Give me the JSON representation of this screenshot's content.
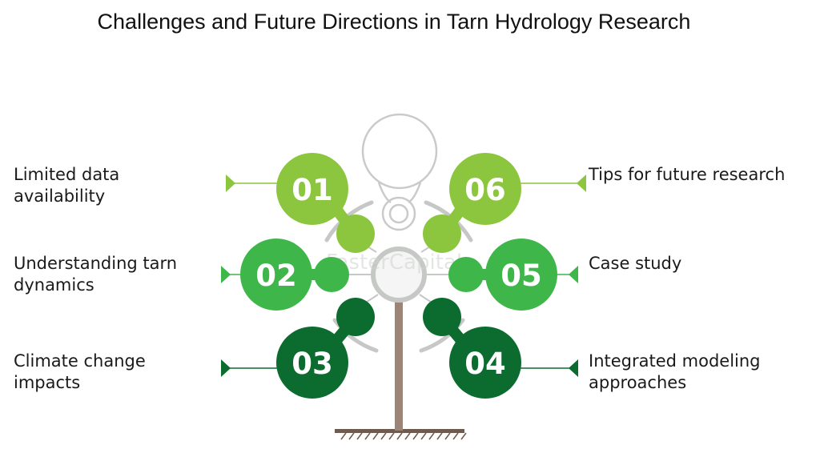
{
  "title": "Challenges and Future Directions in Tarn Hydrology Research",
  "watermark": "FasterCapital",
  "colors": {
    "light_green": "#8cc63e",
    "mid_green": "#3fb64a",
    "dark_green": "#0c6b2e",
    "trunk": "#9c8477",
    "ring_gray": "#c6c8c6"
  },
  "items": [
    {
      "number": "01",
      "lines": [
        "Limited data",
        "availability"
      ]
    },
    {
      "number": "02",
      "lines": [
        "Understanding tarn",
        "dynamics"
      ]
    },
    {
      "number": "03",
      "lines": [
        "Climate change",
        "impacts"
      ]
    },
    {
      "number": "04",
      "lines": [
        "Integrated modeling",
        "approaches"
      ]
    },
    {
      "number": "05",
      "lines": [
        "Case study"
      ]
    },
    {
      "number": "06",
      "lines": [
        "Tips for future research"
      ]
    }
  ]
}
